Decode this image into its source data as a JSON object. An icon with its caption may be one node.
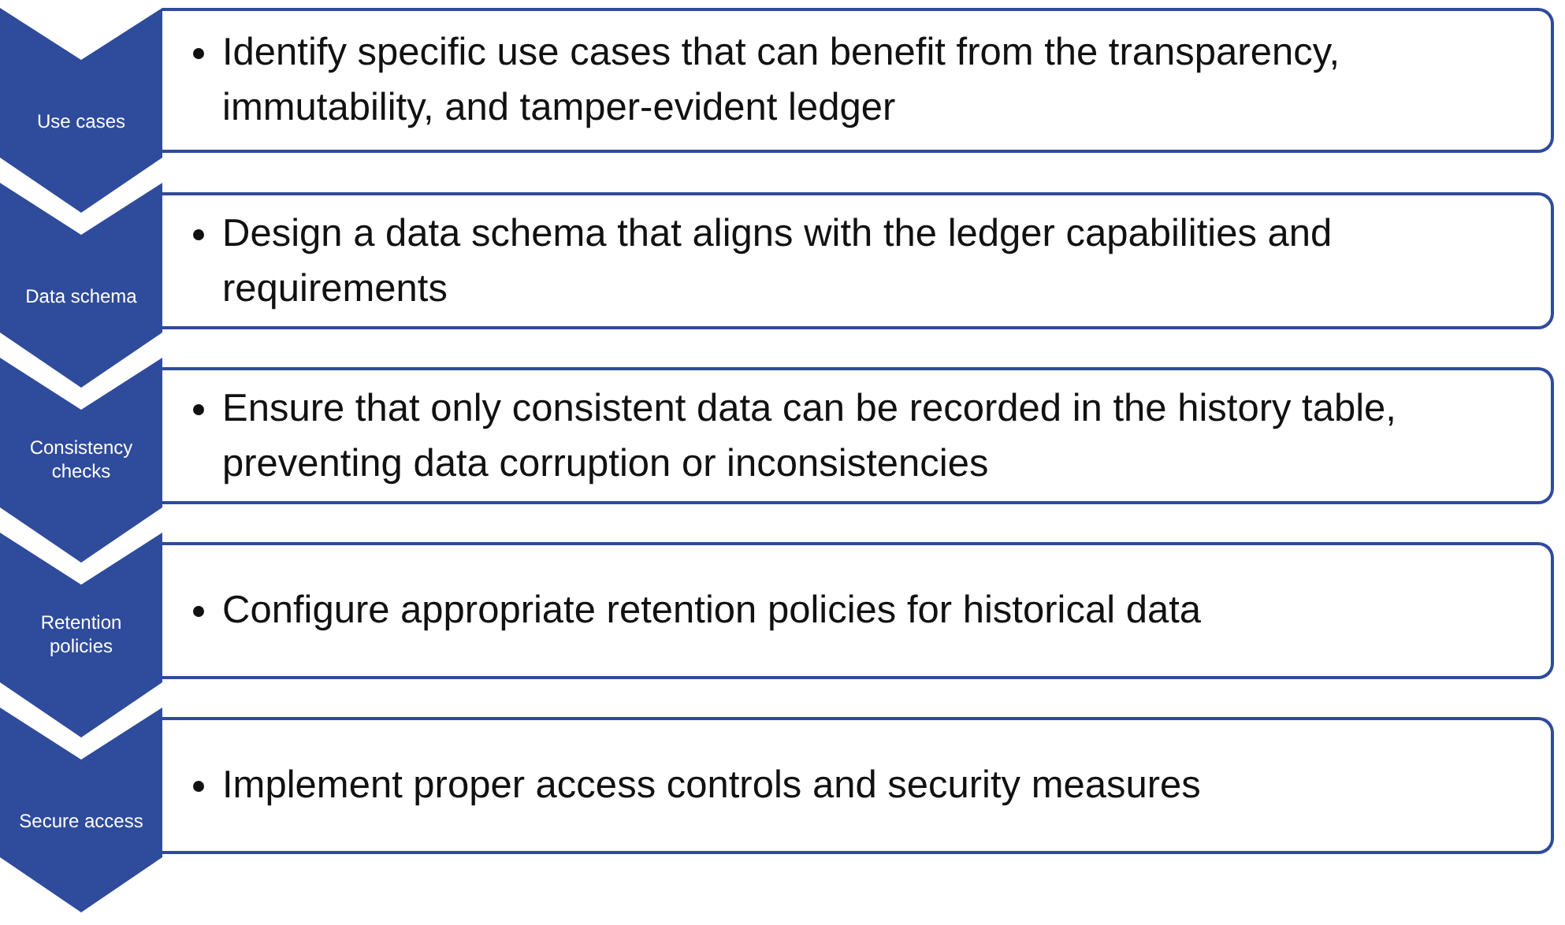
{
  "diagram": {
    "nodes": [
      {
        "text": [
          "Use cases"
        ]
      },
      {
        "text": [
          "Identify specific use cases that can benefit from the transparency, immutability, and tamper-evident ledger"
        ]
      },
      {
        "text": [
          "Data schema"
        ]
      },
      {
        "text": [
          "Design a data schema that aligns with the ledger capabilities and requirements"
        ]
      },
      {
        "text": [
          "Consistency checks"
        ]
      },
      {
        "text": [
          "Ensure that only consistent data can be recorded in the history table, preventing data corruption or inconsistencies"
        ]
      },
      {
        "text": [
          "Retention policies"
        ]
      },
      {
        "text": [
          "Configure appropriate retention policies for historical data"
        ]
      },
      {
        "text": [
          "Secure access"
        ]
      },
      {
        "text": [
          "Implement proper access controls and security measures"
        ]
      }
    ]
  }
}
